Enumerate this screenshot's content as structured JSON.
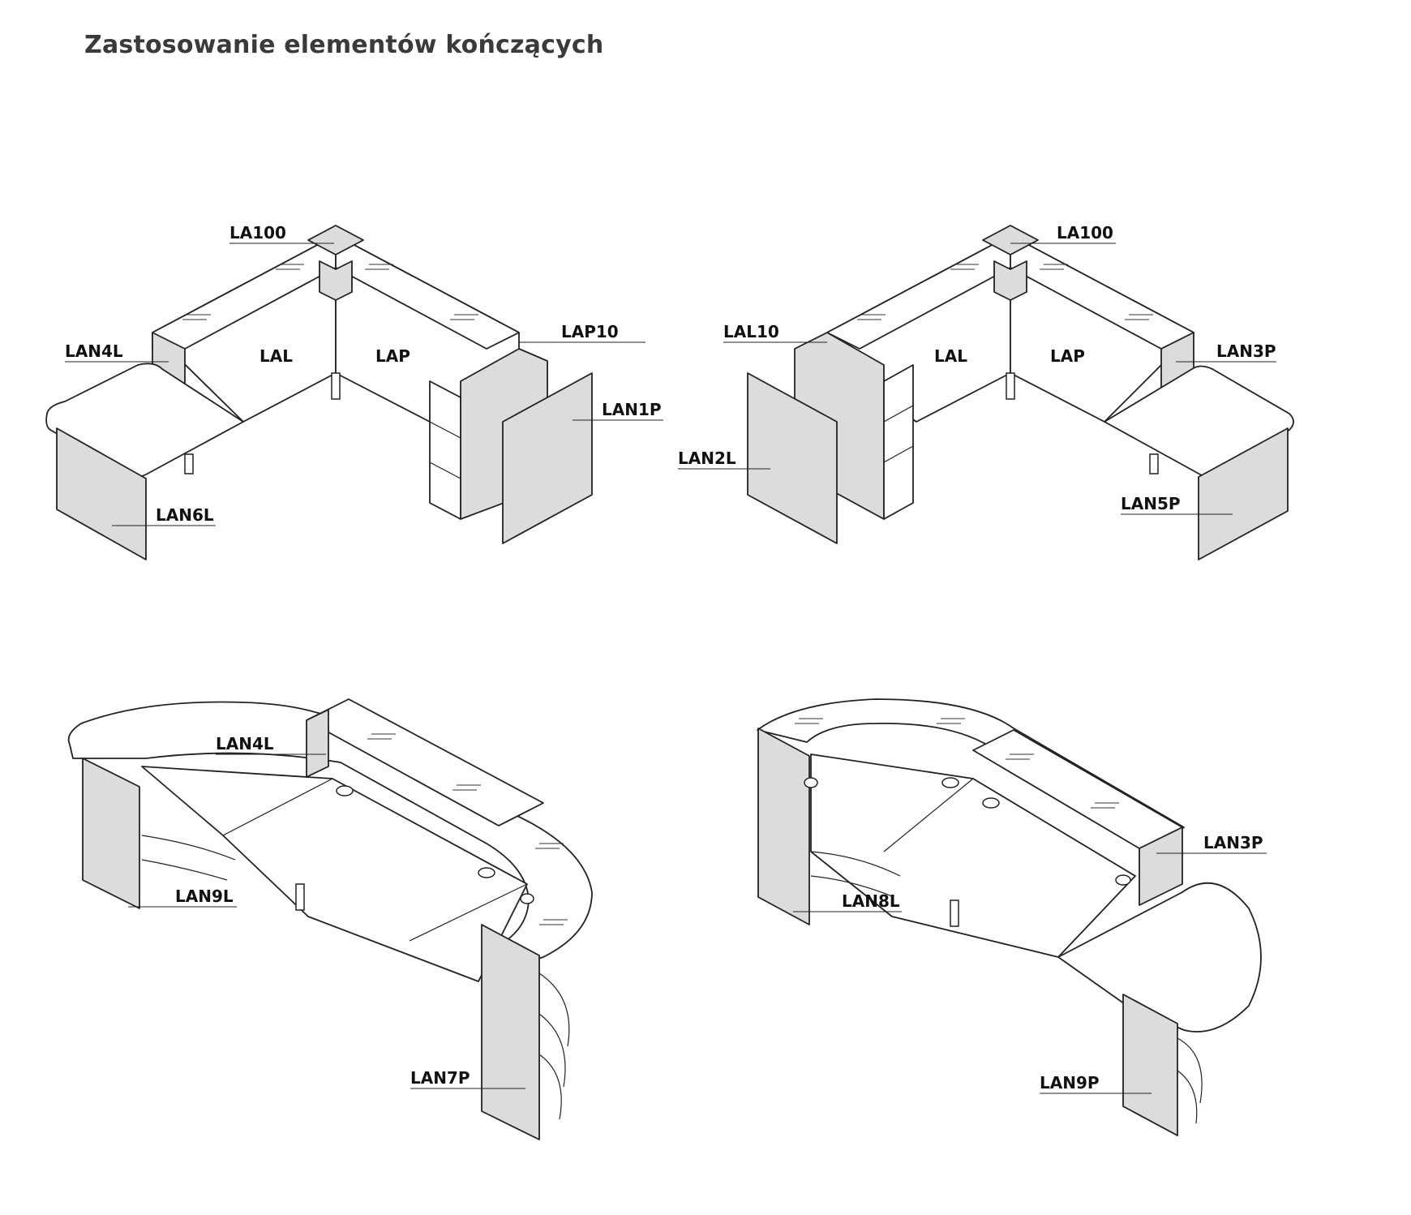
{
  "title": "Zastosowanie elementów kończących",
  "diagrams": [
    {
      "id": "top-left",
      "labels": [
        "LA100",
        "LAN4L",
        "LAP10",
        "LAN1P",
        "LAN6L"
      ],
      "section_labels": [
        "LAL",
        "LAP"
      ]
    },
    {
      "id": "top-right",
      "labels": [
        "LA100",
        "LAL10",
        "LAN3P",
        "LAN2L",
        "LAN5P"
      ],
      "section_labels": [
        "LAL",
        "LAP"
      ]
    },
    {
      "id": "bottom-left",
      "labels": [
        "LAN4L",
        "LAN9L",
        "LAN7P"
      ]
    },
    {
      "id": "bottom-right",
      "labels": [
        "LAN3P",
        "LAN8L",
        "LAN9P"
      ]
    }
  ]
}
